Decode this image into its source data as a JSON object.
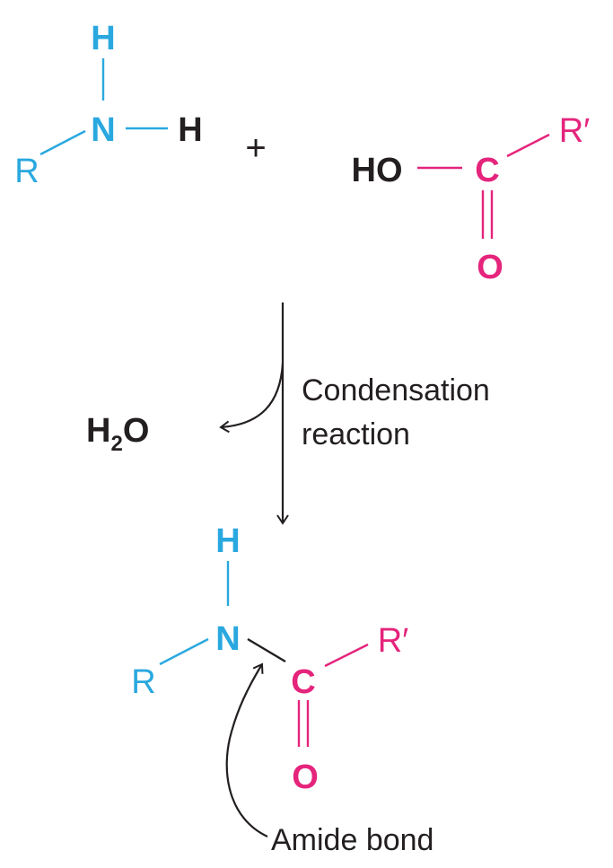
{
  "colors": {
    "amine": "#29a8df",
    "acid": "#e5247c",
    "black": "#231f20"
  },
  "amine": {
    "h_top": "H",
    "n": "N",
    "h_right": "H",
    "r": "R"
  },
  "plus": "+",
  "acid": {
    "ho": "HO",
    "c": "C",
    "o": "O",
    "r_prime": "R′"
  },
  "water": {
    "h": "H",
    "sub": "2",
    "o": "O"
  },
  "reaction_label": {
    "line1": "Condensation",
    "line2": "reaction"
  },
  "product": {
    "h": "H",
    "n": "N",
    "r": "R",
    "c": "C",
    "o": "O",
    "r_prime": "R′"
  },
  "amide_label": "Amide bond"
}
